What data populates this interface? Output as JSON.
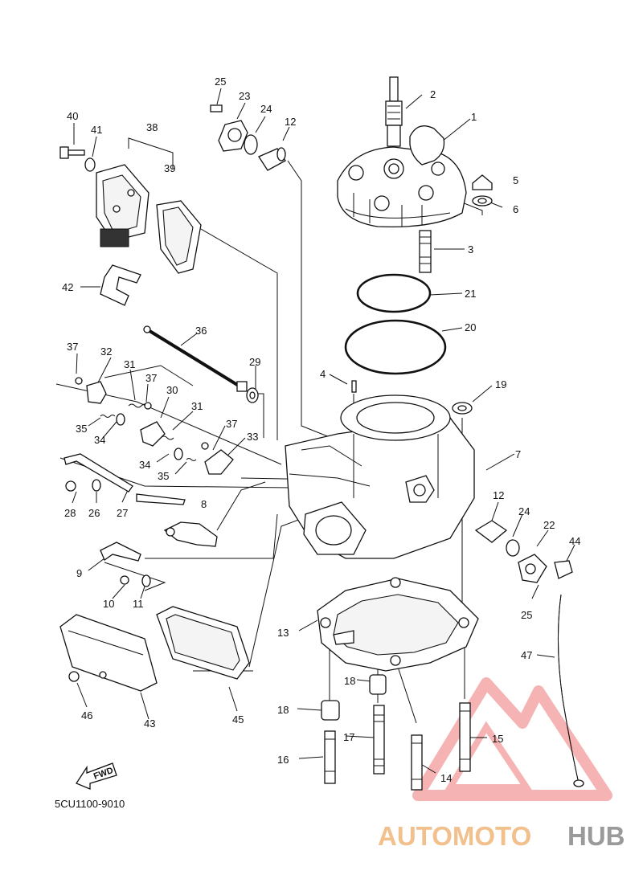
{
  "diagram": {
    "part_code": "5CU1100-9010",
    "fwd_label": "FWD",
    "watermark": {
      "auto": "AUTOMOTO",
      "hub": "HUB"
    },
    "callouts": [
      "25",
      "23",
      "24",
      "12",
      "2",
      "1",
      "5",
      "6",
      "3",
      "21",
      "20",
      "40",
      "41",
      "38",
      "39",
      "42",
      "36",
      "37",
      "32",
      "31",
      "37",
      "30",
      "31",
      "29",
      "4",
      "19",
      "7",
      "35",
      "34",
      "37",
      "33",
      "34",
      "35",
      "28",
      "26",
      "27",
      "8",
      "9",
      "10",
      "11",
      "12",
      "24",
      "22",
      "44",
      "25",
      "13",
      "47",
      "18",
      "18",
      "17",
      "16",
      "14",
      "15",
      "46",
      "43",
      "45"
    ]
  }
}
